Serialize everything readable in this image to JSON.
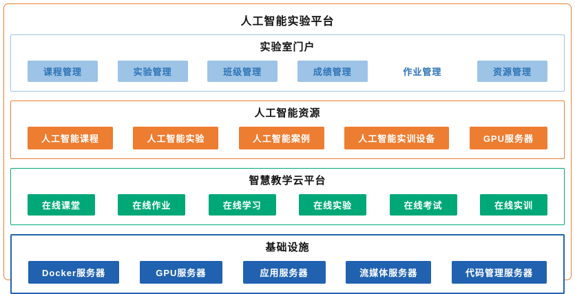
{
  "page": {
    "title": "人工智能实验平台"
  },
  "colors": {
    "frame_border": "#ED7D31",
    "portal_fill": "#9DC3E6",
    "portal_text": "#2E75B6",
    "resources_fill": "#ED7D31",
    "cloud_fill": "#00A878",
    "infrastructure_fill": "#2062B0"
  },
  "sections": [
    {
      "title": "实验室门户",
      "items": [
        {
          "label": "课程管理"
        },
        {
          "label": "实验管理"
        },
        {
          "label": "班级管理"
        },
        {
          "label": "成绩管理"
        },
        {
          "label": "作业管理"
        },
        {
          "label": "资源管理"
        }
      ]
    },
    {
      "title": "人工智能资源",
      "items": [
        {
          "label": "人工智能课程"
        },
        {
          "label": "人工智能实验"
        },
        {
          "label": "人工智能案例"
        },
        {
          "label": "人工智能实训设备"
        },
        {
          "label": "GPU服务器"
        }
      ]
    },
    {
      "title": "智慧教学云平台",
      "items": [
        {
          "label": "在线课堂"
        },
        {
          "label": "在线作业"
        },
        {
          "label": "在线学习"
        },
        {
          "label": "在线实验"
        },
        {
          "label": "在线考试"
        },
        {
          "label": "在线实训"
        }
      ]
    },
    {
      "title": "基础设施",
      "items": [
        {
          "label": "Docker服务器"
        },
        {
          "label": "GPU服务器"
        },
        {
          "label": "应用服务器"
        },
        {
          "label": "流媒体服务器"
        },
        {
          "label": "代码管理服务器"
        }
      ]
    }
  ]
}
